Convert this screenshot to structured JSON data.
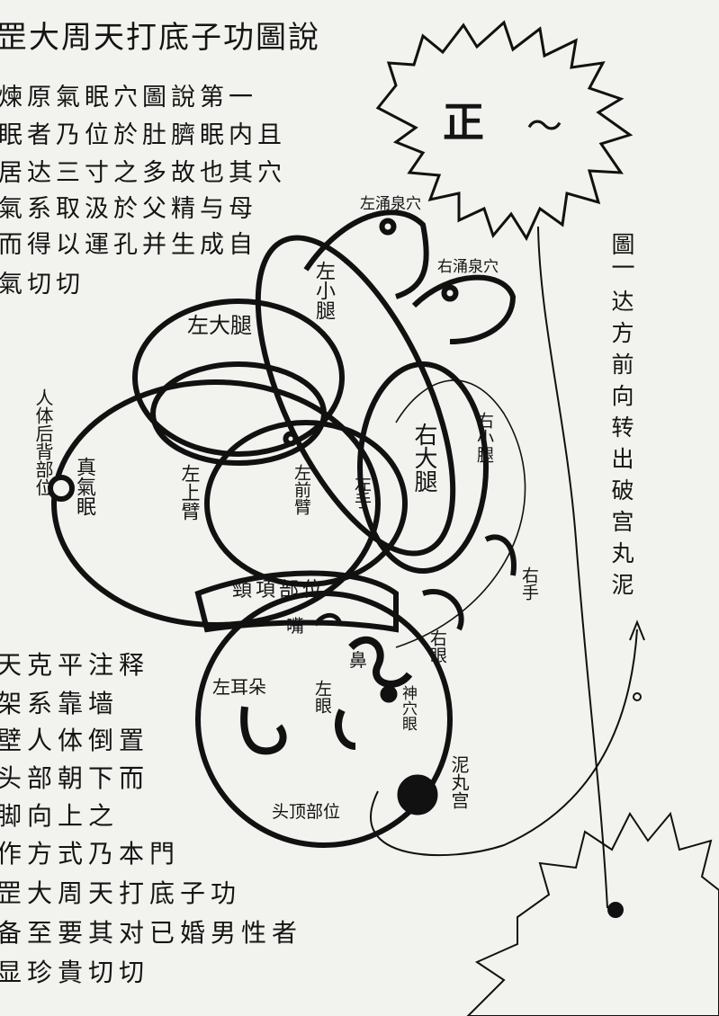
{
  "title": "罡大周天打底子功圖說",
  "intro_lines": [
    "煉原氣眠穴圖說第一",
    "眠者乃位於肚臍眠内且",
    "居达三寸之多故也其穴",
    "氣系取汲於父精与母",
    "而得以運孔并生成自",
    "氣切切"
  ],
  "note_lines": [
    "天克平注释",
    "架系靠墙",
    "壁人体倒置",
    "头部朝下而",
    "脚向上之",
    "作方式乃本門",
    "罡大周天打底子功",
    "备至要其对已婚男性者",
    "显珍貴切切"
  ],
  "arrow_caption": {
    "heading": "圖一",
    "text": "达方前向转出破宫丸泥"
  },
  "sun_mark": "正",
  "labels": {
    "left_yongquan": "左涌泉穴",
    "right_yongquan": "右涌泉穴",
    "left_calf": "左小腿",
    "right_calf": "右小腿",
    "left_thigh": "左大腿",
    "right_thigh": "右大腿",
    "back_point": "人体后背部位",
    "zhen_qi": "真氣眠",
    "left_upper_arm": "左上臂",
    "left_forearm": "左前臂",
    "left_hand": "左手",
    "right_hand": "右手",
    "neck": "頸項部位",
    "mouth": "嘴",
    "nose": "鼻",
    "right_eye": "右眼",
    "left_eye": "左眼",
    "left_ear": "左耳朵",
    "shen_eye": "神穴眼",
    "crown": "头顶部位",
    "niwan": "泥丸宫"
  },
  "colors": {
    "ink": "#141414",
    "paper": "#f2f2ee"
  }
}
